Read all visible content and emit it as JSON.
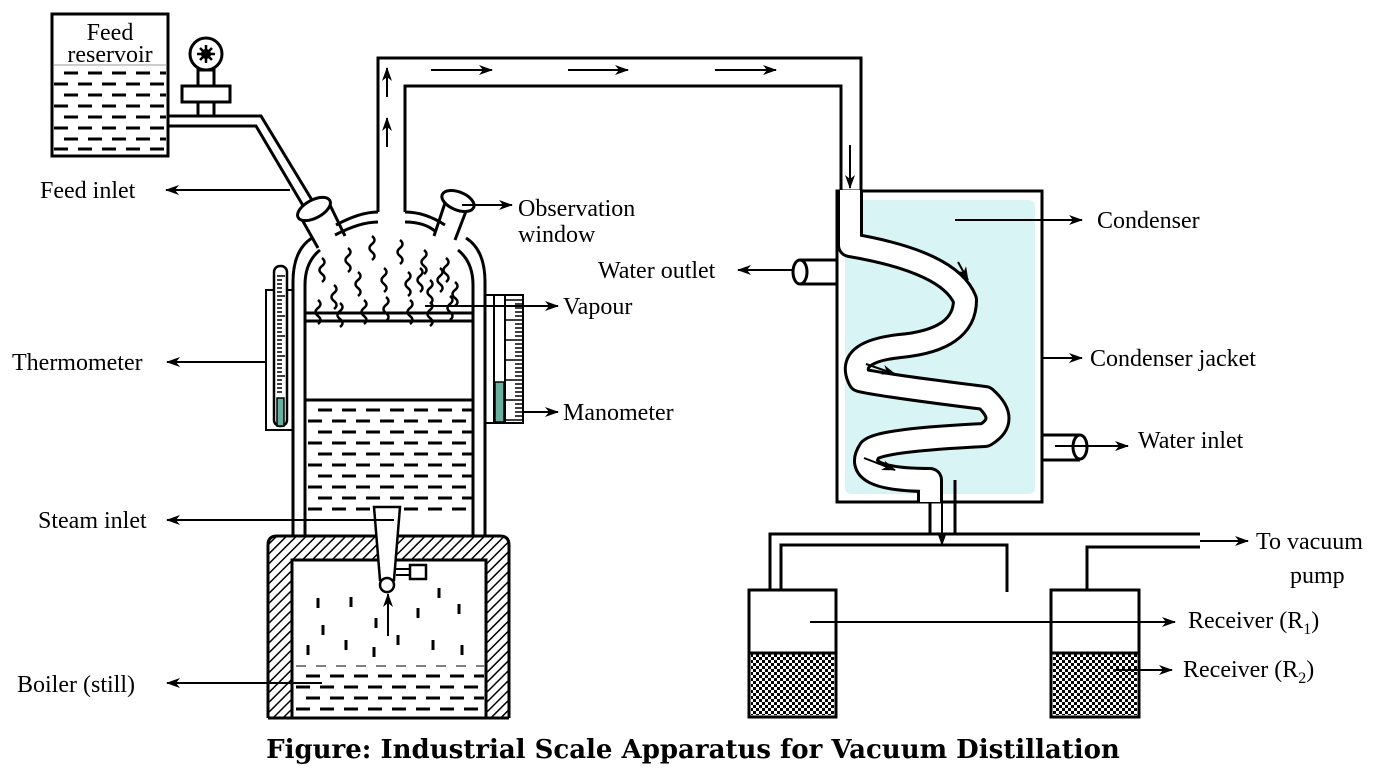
{
  "figure": {
    "caption": "Figure: Industrial Scale Apparatus for Vacuum Distillation"
  },
  "colors": {
    "coolant_water": "#d9f4f4",
    "indicator_fluid": "#6aaea0",
    "line": "#000000",
    "background": "#ffffff"
  },
  "components": {
    "feed_reservoir": {
      "line1": "Feed",
      "line2": "reservoir"
    },
    "feed_inlet": "Feed inlet",
    "observation_window": {
      "line1": "Observation",
      "line2": "window"
    },
    "vapour": "Vapour",
    "thermometer": "Thermometer",
    "manometer": "Manometer",
    "steam_inlet": "Steam inlet",
    "boiler": "Boiler (still)",
    "water_outlet": "Water outlet",
    "condenser": "Condenser",
    "condenser_jacket": "Condenser jacket",
    "water_inlet": "Water inlet",
    "vacuum_pump": {
      "line1": "To vacuum",
      "line2": "pump"
    },
    "receiver_1": {
      "text": "Receiver (R",
      "sub": "1",
      "close": ")"
    },
    "receiver_2": {
      "text": "Receiver (R",
      "sub": "2",
      "close": ")"
    }
  },
  "flow_direction": {
    "vapour_line": "boiler → condenser",
    "condensate": "condenser → receivers"
  }
}
